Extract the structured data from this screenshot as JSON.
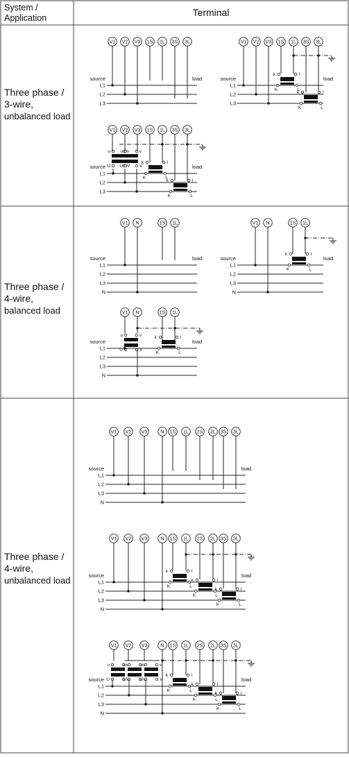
{
  "header": {
    "col1": [
      "System /",
      "Application"
    ],
    "col2": "Terminal"
  },
  "rows": [
    {
      "label": [
        "Three phase /",
        "3-wire,",
        "unbalanced load"
      ],
      "diagrams": [
        {
          "terminals": [
            "V1",
            "V2",
            "V3",
            "1S",
            "1L",
            "3S",
            "3L"
          ],
          "lines": [
            "L1",
            "L2",
            "L3"
          ],
          "source_label": "source",
          "load_label": "load",
          "type": "direct"
        },
        {
          "terminals": [
            "V1",
            "V2",
            "V3",
            "1S",
            "1L",
            "3S",
            "3L"
          ],
          "lines": [
            "L1",
            "L2",
            "L3"
          ],
          "source_label": "source",
          "load_label": "load",
          "type": "ct"
        },
        {
          "terminals": [
            "V1",
            "V2",
            "V3",
            "1S",
            "1L",
            "3S",
            "3L"
          ],
          "lines": [
            "L1",
            "L2",
            "L3"
          ],
          "source_label": "source",
          "load_label": "load",
          "type": "ct_vt"
        }
      ]
    },
    {
      "label": [
        "Three phase /",
        "4-wire,",
        "balanced load"
      ],
      "diagrams": [
        {
          "terminals": [
            "V1",
            "N",
            "1S",
            "1L"
          ],
          "lines": [
            "L1",
            "L2",
            "L3",
            "N"
          ],
          "source_label": "source",
          "load_label": "load",
          "type": "direct"
        },
        {
          "terminals": [
            "V1",
            "N",
            "1S",
            "1L"
          ],
          "lines": [
            "L1",
            "L2",
            "L3",
            "N"
          ],
          "source_label": "source",
          "load_label": "load",
          "type": "ct"
        },
        {
          "terminals": [
            "V1",
            "N",
            "1S",
            "1L"
          ],
          "lines": [
            "L1",
            "L2",
            "L3",
            "N"
          ],
          "source_label": "source",
          "load_label": "load",
          "type": "ct_vt"
        }
      ]
    },
    {
      "label": [
        "Three phase /",
        "4-wire,",
        "unbalanced load"
      ],
      "diagrams": [
        {
          "terminals": [
            "V1",
            "V2",
            "V3",
            "N",
            "1S",
            "1L",
            "2S",
            "2L",
            "3S",
            "3L"
          ],
          "lines": [
            "L1",
            "L2",
            "L3",
            "N"
          ],
          "source_label": "source",
          "load_label": "load",
          "type": "direct"
        },
        {
          "terminals": [
            "V1",
            "V2",
            "V3",
            "N",
            "1S",
            "1L",
            "2S",
            "2L",
            "3S",
            "3L"
          ],
          "lines": [
            "L1",
            "L2",
            "L3",
            "N"
          ],
          "source_label": "source",
          "load_label": "load",
          "type": "ct"
        },
        {
          "terminals": [
            "V1",
            "V2",
            "V3",
            "N",
            "1S",
            "1L",
            "2S",
            "2L",
            "3S",
            "3L"
          ],
          "lines": [
            "L1",
            "L2",
            "L3",
            "N"
          ],
          "source_label": "source",
          "load_label": "load",
          "type": "ct_vt"
        }
      ]
    }
  ],
  "ct_primary": [
    "K",
    "L"
  ],
  "ct_secondary": [
    "k",
    "l"
  ],
  "vt_primary": [
    "U",
    "V"
  ],
  "vt_secondary": [
    "u",
    "v"
  ]
}
